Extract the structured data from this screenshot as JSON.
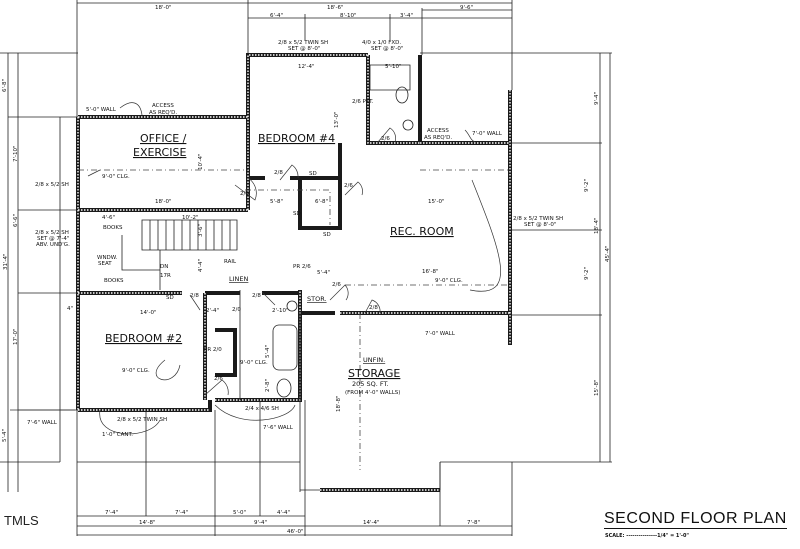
{
  "title": "SECOND FLOOR PLAN",
  "scale": "SCALE: ---------------1/4\" = 1'-0\"",
  "watermark": "TMLS",
  "rooms": {
    "office_1": "OFFICE /",
    "office_2": "EXERCISE",
    "bedroom4": "BEDROOM #4",
    "rec_room": "REC. ROOM",
    "bedroom2": "BEDROOM #2",
    "unfin": "UNFIN.",
    "storage": "STORAGE",
    "storage_area": "205 SQ. FT.",
    "storage_note": "(FROM 4'-0\" WALLS)",
    "linen": "LINEN",
    "stor": "STOR."
  },
  "notes": {
    "wall_5": "5'-0\" WALL",
    "access_1": "ACCESS",
    "access_1b": "AS REQ'D.",
    "access_2": "ACCESS",
    "access_2b": "AS REQ'D.",
    "wall_7_top": "7'-0\" WALL",
    "wall_7_storage": "7'-0\" WALL",
    "clg_office": "9'-0\" CLG.",
    "clg_rec": "9'-0\" CLG.",
    "clg_bed2": "9'-0\" CLG.",
    "clg_hall": "9'-0\" CLG.",
    "win_office": "2/8 x 5/2 SH",
    "win_seat_1": "2/8 x 5/2 SH",
    "win_seat_2": "SET @ 7'-4\"",
    "win_seat_3": "ABV. UND'G.",
    "books_1": "BOOKS",
    "books_2": "BOOKS",
    "wndw_seat_1": "WNDW.",
    "wndw_seat_2": "SEAT",
    "dn": "DN",
    "risers": "17R",
    "rail": "RAIL",
    "win_bed4_1": "2/8 x 5/2 TWIN SH",
    "win_bed4_2": "SET @ 8'-0\"",
    "win_bath_1": "4/0 x 1/0 FXD.",
    "win_bath_2": "SET @ 8'-0\"",
    "win_rec_1": "2/8 x 5/2 TWIN SH",
    "win_rec_2": "SET @ 8'-0\"",
    "pocket": "2/6 PKT.",
    "wall_76_left": "7'-6\" WALL",
    "wall_76_bath": "7'-6\" WALL",
    "cant": "1'-0\" CANT.",
    "win_bed2": "2/8 x 5/2 TWIN SH",
    "win_bath2": "2/4 x 4/6 SH",
    "pr_26": "PR 2/6",
    "pr_20": "PR 2/0",
    "door_28_a": "2/8",
    "door_28_b": "2/8",
    "door_28_c": "2/8",
    "door_28_d": "2/8",
    "door_26_a": "2/6",
    "door_26_b": "2/6",
    "door_26_c": "2/6",
    "door_26_d": "2/6",
    "door_20": "2/0",
    "door_28_stor": "2/8",
    "sd_1": "SD",
    "sd_2": "SD",
    "sd_3": "SD",
    "sd_4": "SD"
  },
  "dims": {
    "top_18_0": "18'-0\"",
    "top_18_6": "18'-6\"",
    "top_9_6": "9'-6\"",
    "top_6_4": "6'-4\"",
    "top_8_10": "8'-10\"",
    "top_3_4": "3'-4\"",
    "bed4_width": "12'-4\"",
    "bath_width": "5'-10\"",
    "bed4_depth": "13'-0\"",
    "office_depth": "10'-4\"",
    "office_width": "18'-0\"",
    "hall_5_8": "5'-8\"",
    "closet_6_8": "6'-8\"",
    "rec_15_0": "15'-0\"",
    "rec_16_8": "16'-8\"",
    "stair_4_6": "4'-6\"",
    "stair_10_2": "10'-2\"",
    "stair_3_6": "3'-6\"",
    "hall_4_4": "4'-4\"",
    "hall_5_4": "5'-4\"",
    "bed2_width": "14'-0\"",
    "linen_2_4": "2'-4\"",
    "bath_2_10": "2'-10\"",
    "bath_5_4": "5'-4\"",
    "bath_2_8": "2'-8\"",
    "storage_18_8": "18'-8\"",
    "left_6_8": "6'-8\"",
    "left_7_10": "7'-10\"",
    "left_6_6": "6'-6\"",
    "left_31_4": "31'-4\"",
    "left_17_0": "17'-0\"",
    "left_5_4": "5'-4\"",
    "left_4": "4\"",
    "right_9_4": "9'-4\"",
    "right_9_2a": "9'-2\"",
    "right_18_4": "18'-4\"",
    "right_9_2b": "9'-2\"",
    "right_45_4": "45'-4\"",
    "right_15_8": "15'-8\"",
    "bot_7_4a": "7'-4\"",
    "bot_7_4b": "7'-4\"",
    "bot_5_0": "5'-0\"",
    "bot_4_4": "4'-4\"",
    "bot_14_8": "14'-8\"",
    "bot_9_4": "9'-4\"",
    "bot_14_4": "14'-4\"",
    "bot_7_8": "7'-8\"",
    "bot_46_0": "46'-0\""
  }
}
